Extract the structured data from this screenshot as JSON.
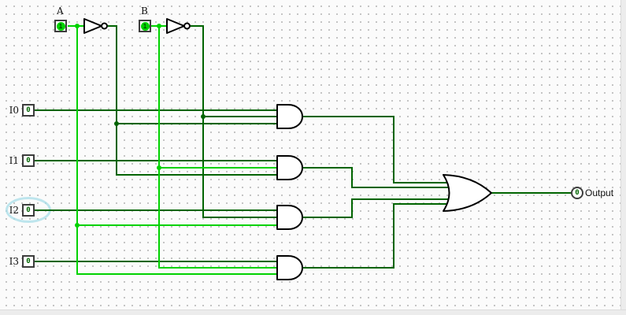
{
  "colors": {
    "wire_high": "#00d200",
    "wire_low": "#006400",
    "gate_outline": "#000000",
    "halo": "#a8dde8",
    "grid_dot": "#bfbfbf",
    "canvas_bg": "#fbfbfb"
  },
  "pins": {
    "a": {
      "label": "A",
      "value": "1"
    },
    "b": {
      "label": "B",
      "value": "1"
    },
    "i0": {
      "label": "I0",
      "value": "0"
    },
    "i1": {
      "label": "I1",
      "value": "0"
    },
    "i2": {
      "label": "I2",
      "value": "0"
    },
    "i3": {
      "label": "I3",
      "value": "0"
    },
    "output": {
      "label": "Output",
      "value": "0"
    }
  }
}
